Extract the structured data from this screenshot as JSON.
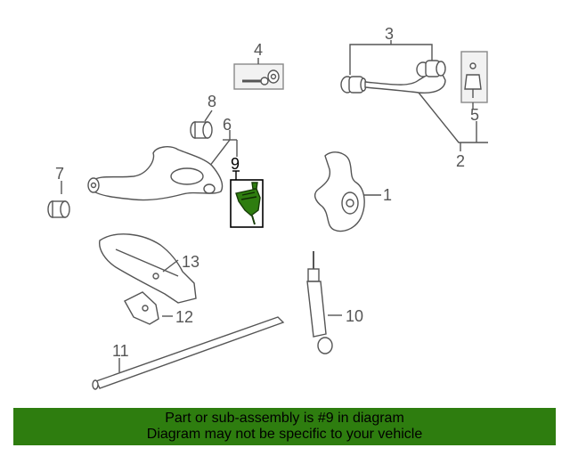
{
  "diagram": {
    "part_labels": {
      "p1": "1",
      "p2": "2",
      "p3": "3",
      "p4": "4",
      "p5": "5",
      "p6": "6",
      "p7": "7",
      "p8": "8",
      "p9": "9",
      "p10": "10",
      "p11": "11",
      "p12": "12",
      "p13": "13"
    },
    "highlighted_part": "9"
  },
  "banner": {
    "line1": "Part or sub-assembly is #9 in diagram",
    "line2": "Diagram may not be specific to your vehicle",
    "background_color": "#2e7d0f",
    "part_highlight_color": "#2e7d0f"
  }
}
